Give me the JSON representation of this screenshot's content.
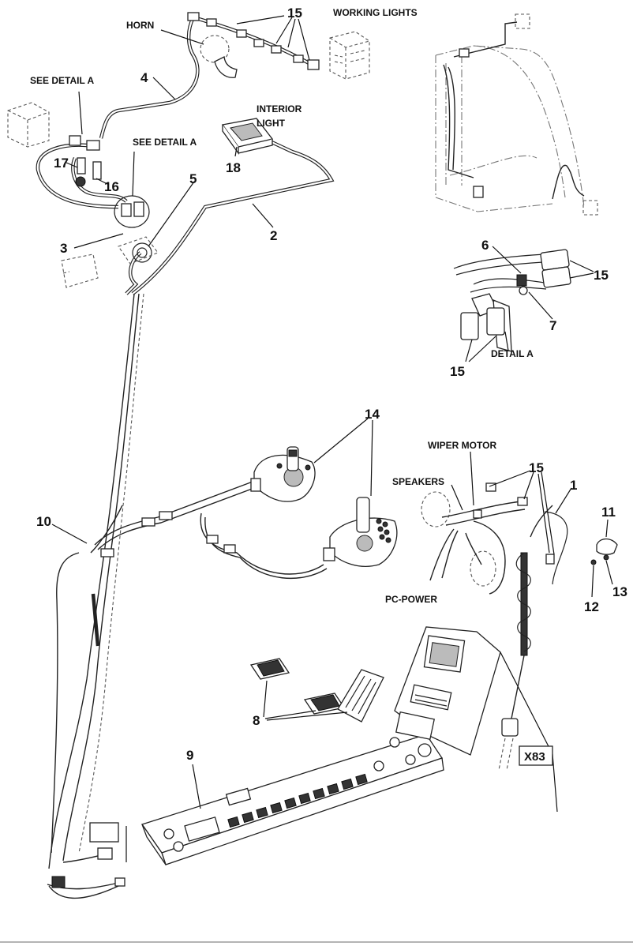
{
  "labels": {
    "horn": "HORN",
    "working_lights": "WORKING LIGHTS",
    "see_detail_a_1": "SEE DETAIL A",
    "see_detail_a_2": "SEE DETAIL A",
    "interior_light_1": "INTERIOR",
    "interior_light_2": "LIGHT",
    "detail_a": "DETAIL A",
    "wiper_motor": "WIPER MOTOR",
    "speakers": "SPEAKERS",
    "pc_power": "PC-POWER",
    "connector_tag": "X83"
  },
  "callouts": {
    "c15_top": "15",
    "c4": "4",
    "c17": "17",
    "c16": "16",
    "c5": "5",
    "c18": "18",
    "c3": "3",
    "c2": "2",
    "c6": "6",
    "c15_detail_right": "15",
    "c7": "7",
    "c15_detail_left": "15",
    "c14": "14",
    "c10": "10",
    "c15_wiper": "15",
    "c1": "1",
    "c11": "11",
    "c13": "13",
    "c12": "12",
    "c8": "8",
    "c9": "9"
  }
}
